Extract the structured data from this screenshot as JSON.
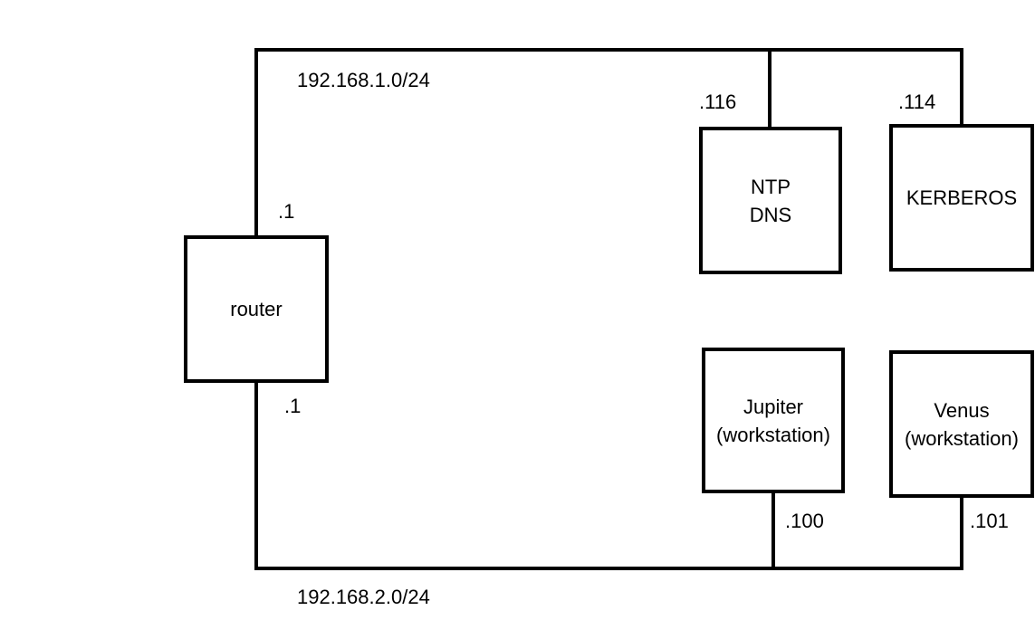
{
  "diagram": {
    "type": "network-topology",
    "networks": {
      "lan1": {
        "cidr": "192.168.1.0/24",
        "router_ip": ".1"
      },
      "lan2": {
        "cidr": "192.168.2.0/24",
        "router_ip": ".1"
      }
    },
    "nodes": {
      "router": {
        "lines": [
          "router"
        ]
      },
      "ntp_dns": {
        "lines": [
          "NTP",
          "DNS"
        ],
        "ip": ".116",
        "network": "lan1"
      },
      "kerberos": {
        "lines": [
          "KERBEROS"
        ],
        "ip": ".114",
        "network": "lan1"
      },
      "jupiter": {
        "lines": [
          "Jupiter",
          "(workstation)"
        ],
        "ip": ".100",
        "network": "lan2"
      },
      "venus": {
        "lines": [
          "Venus",
          "(workstation)"
        ],
        "ip": ".101",
        "network": "lan2"
      }
    },
    "colors": {
      "line": "#000000",
      "text": "#000000",
      "node_fill": "#ffffff",
      "background": "#ffffff"
    }
  }
}
